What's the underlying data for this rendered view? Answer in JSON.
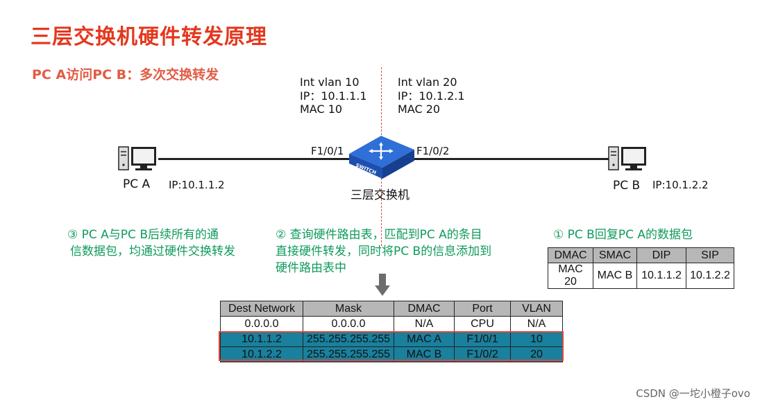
{
  "title": "三层交换机硬件转发原理",
  "subtitle": "PC A访问PC B：多次交换转发",
  "switch": {
    "vlan10": [
      "Int vlan 10",
      "IP：10.1.1.1",
      "MAC 10"
    ],
    "vlan20": [
      "Int vlan 20",
      "IP：10.1.2.1",
      "MAC 20"
    ],
    "port_left": "F1/0/1",
    "port_right": "F1/0/2",
    "label": "三层交换机",
    "icon_text": "SWITCH"
  },
  "pc_a": {
    "name": "PC A",
    "ip": "IP:10.1.1.2"
  },
  "pc_b": {
    "name": "PC B",
    "ip": "IP:10.1.2.2"
  },
  "steps": {
    "step3": [
      "③ PC A与PC B后续所有的通",
      "信数据包，均通过硬件交换转发"
    ],
    "step2": [
      "② 查询硬件路由表，匹配到PC A的条目",
      "直接硬件转发，同时将PC B的信息添加到",
      "硬件路由表中"
    ],
    "step1": "① PC B回复PC A的数据包"
  },
  "packet_table": {
    "headers": [
      "DMAC",
      "SMAC",
      "DIP",
      "SIP"
    ],
    "row": [
      "MAC 20",
      "MAC B",
      "10.1.1.2",
      "10.1.2.2"
    ]
  },
  "route_table": {
    "headers": [
      "Dest Network",
      "Mask",
      "DMAC",
      "Port",
      "VLAN"
    ],
    "rows": [
      [
        "0.0.0.0",
        "0.0.0.0",
        "N/A",
        "CPU",
        "N/A"
      ],
      [
        "10.1.1.2",
        "255.255.255.255",
        "MAC A",
        "F1/0/1",
        "10"
      ],
      [
        "10.1.2.2",
        "255.255.255.255",
        "MAC B",
        "F1/0/2",
        "20"
      ]
    ],
    "highlight_rows": [
      1,
      2
    ],
    "highlight_color": "#19809d",
    "highlight_border": "#e0453b"
  },
  "colors": {
    "title": "#e4381f",
    "green_text": "#0f9a5c",
    "divider": "#e0453b"
  },
  "watermark": "CSDN @一坨小橙子ovo"
}
